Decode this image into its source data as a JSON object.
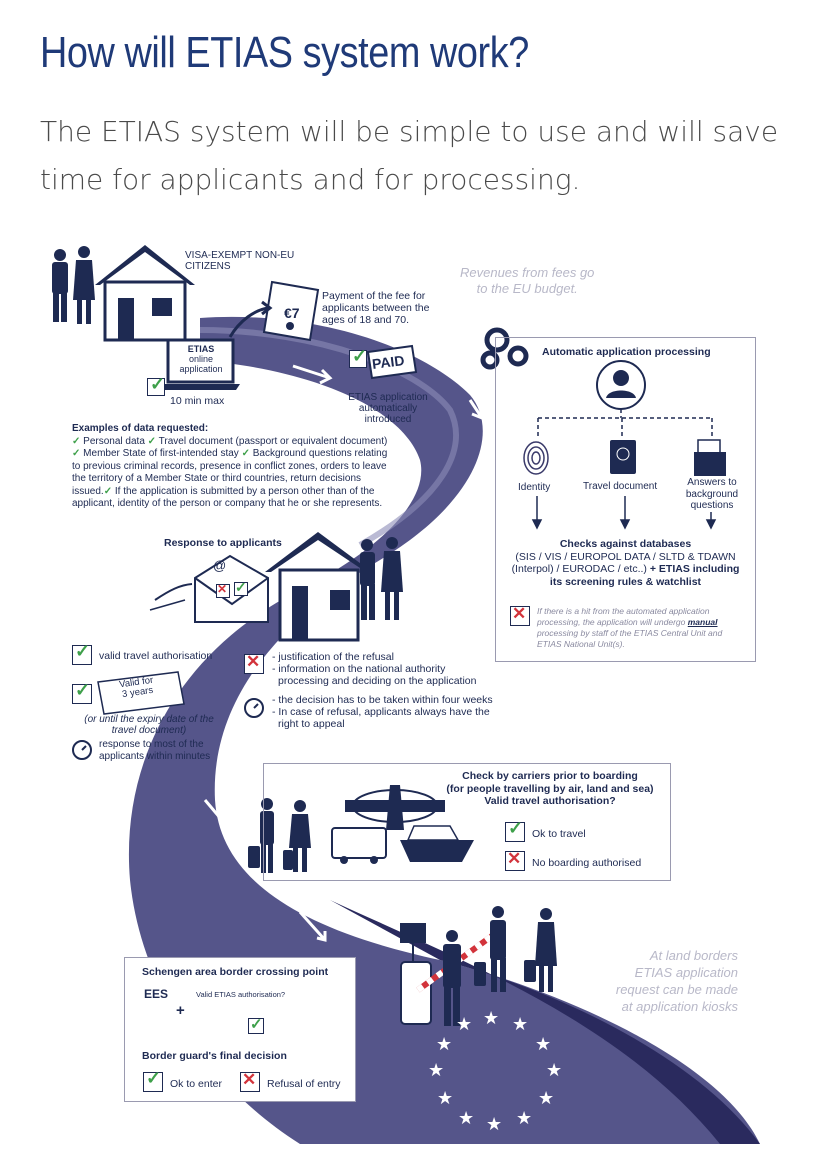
{
  "header": {
    "title": "How will ETIAS system work?",
    "subtitle": "The ETIAS system will be simple to use and will save time for applicants and for processing."
  },
  "colors": {
    "navy": "#1e2a52",
    "road": "#5a5a8e",
    "green": "#3ea04a",
    "red": "#d2333b",
    "title_blue": "#1f3a78"
  },
  "citizens": {
    "line1": "VISA-EXEMPT NON-EU",
    "line2": "CITIZENS"
  },
  "fee": {
    "amount": "€7",
    "line1": "Payment of the fee for",
    "line2": "applicants between the",
    "line3": "ages of 18 and 70."
  },
  "revenues": {
    "line1": "Revenues from fees go",
    "line2": "to the EU budget."
  },
  "application": {
    "line1": "ETIAS",
    "line2": "online",
    "line3": "application",
    "time": "10 min max"
  },
  "paid": {
    "stamp": "PAID",
    "line1": "ETIAS application",
    "line2": "automatically",
    "line3": "introduced"
  },
  "data_requested": {
    "heading": "Examples of data requested:",
    "check": "✓",
    "personal": "Personal data",
    "travel": "Travel document (passport or equivalent document)",
    "member_state": "Member State of first-intended stay",
    "bg_start": "Background questions relating",
    "line3": "to previous criminal records, presence in conflict zones, orders to leave",
    "line4": "the territory of a Member State or third countries, return decisions",
    "issued": "issued.",
    "if_submitted": "If the application is submitted by a person other than of the",
    "line6": "applicant, identity of the person or company that he or she represents."
  },
  "automatic": {
    "heading": "Automatic application processing",
    "identity": "Identity",
    "travel_document": "Travel document",
    "answers_1": "Answers to",
    "answers_2": "background",
    "answers_3": "questions",
    "checks_heading": "Checks against databases",
    "checks_line1": "(SIS / VIS / EUROPOL DATA / SLTD & TDAWN",
    "checks_line2a": "(Interpol) / EURODAC / etc..)",
    "checks_line2b": "+ ETIAS including",
    "checks_line3": "its screening rules & watchlist",
    "hit_1": "If there is a hit from the automated application",
    "hit_2a": "processing, the application will undergo",
    "hit_manual": "manual",
    "hit_3": "processing by staff of the ETIAS Central Unit and",
    "hit_4": "ETIAS National Unit(s)."
  },
  "response": {
    "heading": "Response to applicants",
    "valid": "valid travel authorisation",
    "valid_years_1": "Valid for",
    "valid_years_2": "3 years",
    "expiry_1": "(or until the expiry date of the",
    "expiry_2": "travel document)",
    "minutes_1": "response to most of the",
    "minutes_2": "applicants within minutes",
    "refusal_1": "- justification of the refusal",
    "refusal_2": "- information on the national authority",
    "refusal_3": "processing and deciding on the application",
    "weeks_1": "- the decision has to be taken within four weeks",
    "weeks_2": "- In case of refusal, applicants always have the",
    "weeks_3": "right to appeal"
  },
  "carriers": {
    "line1": "Check by carriers prior to boarding",
    "line2": "(for people travelling by air, land and sea)",
    "line3": "Valid travel authorisation?",
    "ok": "Ok to travel",
    "no": "No boarding authorised"
  },
  "land_borders": {
    "line1": "At land borders",
    "line2": "ETIAS application",
    "line3": "request can be made",
    "line4": "at application kiosks"
  },
  "border": {
    "heading": "Schengen area border crossing point",
    "ees": "EES",
    "plus": "+",
    "valid_q": "Valid ETIAS authorisation?",
    "decision": "Border guard's final decision",
    "ok": "Ok to enter",
    "refusal": "Refusal of entry"
  }
}
